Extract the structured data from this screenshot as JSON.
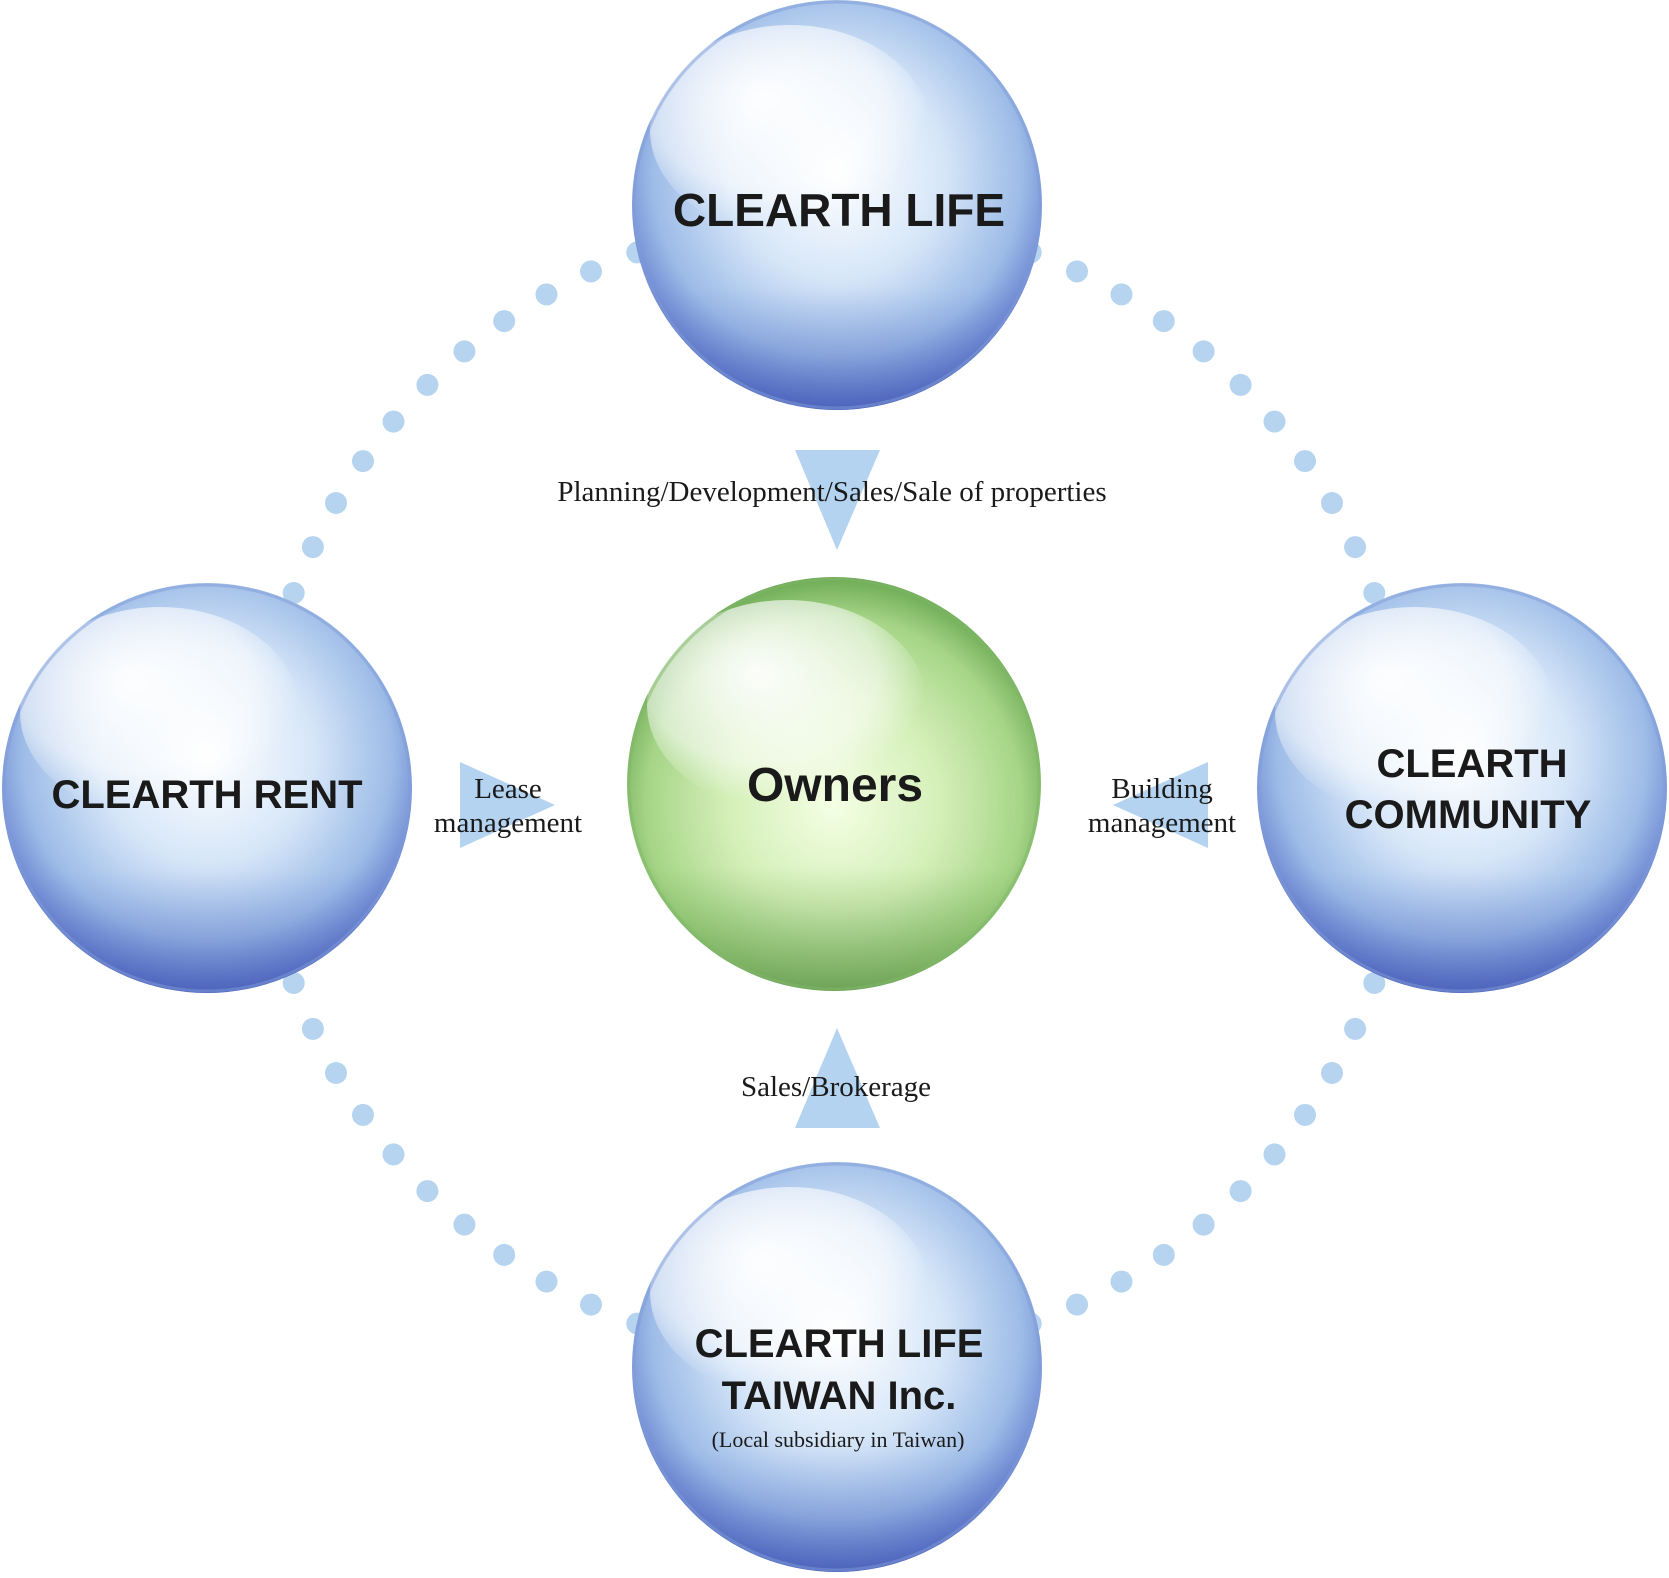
{
  "colors": {
    "dot": "#b6d4ef",
    "arrow": "#b3d3f0",
    "blue_sphere_light": "#ffffff",
    "blue_sphere_mid": "#a9c6ea",
    "blue_sphere_dark": "#5b73c9",
    "green_sphere_light": "#f4ffe4",
    "green_sphere_mid": "#b9df95",
    "green_sphere_dark": "#5c9e45",
    "text": "#1a1a1a"
  },
  "nodes": {
    "top": {
      "lines": [
        "CLEARTH LIFE"
      ]
    },
    "left": {
      "lines": [
        "CLEARTH RENT"
      ]
    },
    "right": {
      "lines": [
        "CLEARTH",
        "COMMUNITY"
      ]
    },
    "bottom": {
      "lines": [
        "CLEARTH LIFE",
        "TAIWAN Inc."
      ],
      "sublabel": "(Local subsidiary in Taiwan)"
    },
    "center": {
      "lines": [
        "Owners"
      ]
    }
  },
  "relations": {
    "top": {
      "lines": [
        "Planning/Development/Sales/Sale of properties"
      ],
      "arrow": "down"
    },
    "left": {
      "lines": [
        "Lease",
        "management"
      ],
      "arrow": "right"
    },
    "right": {
      "lines": [
        "Building",
        "management"
      ],
      "arrow": "left"
    },
    "bottom": {
      "lines": [
        "Sales/Brokerage"
      ],
      "arrow": "up"
    }
  }
}
